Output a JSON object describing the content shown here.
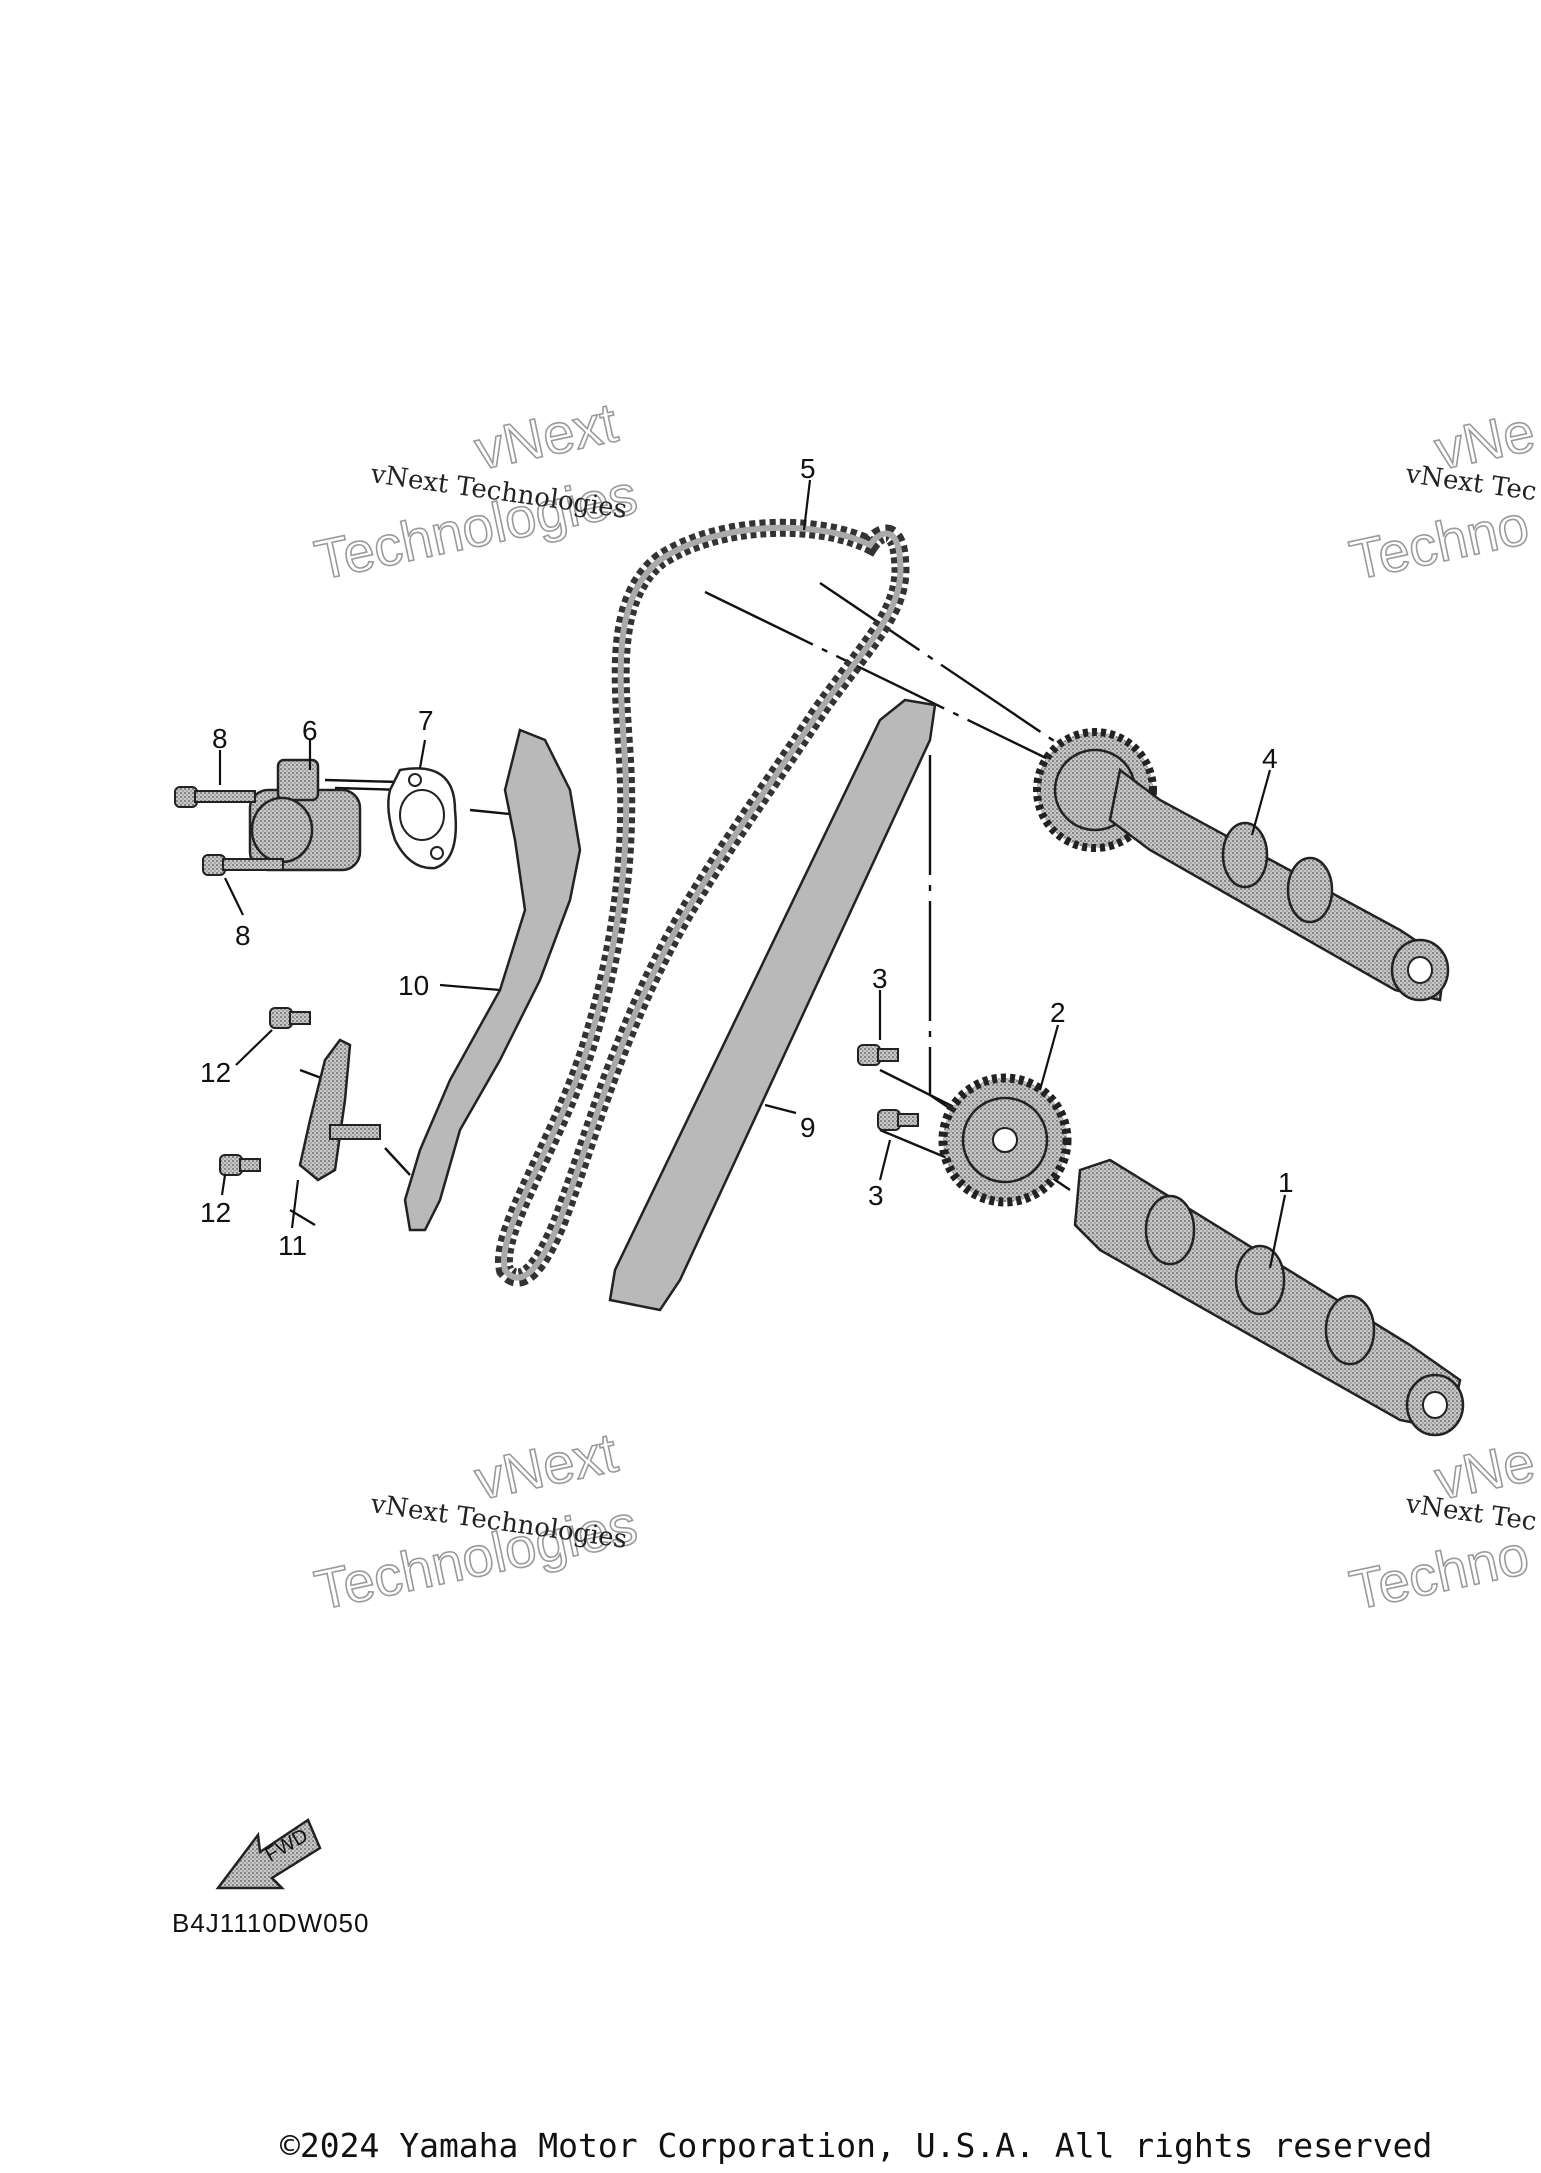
{
  "watermark": {
    "line1": "vNext Technologies",
    "line2a": "vNext",
    "line2b": "Technologies",
    "right_line1_partial": "vNext Tec",
    "right_line2a_partial": "vNe",
    "right_line2b_partial": "Techno"
  },
  "callouts": {
    "c1": "1",
    "c2": "2",
    "c3a": "3",
    "c3b": "3",
    "c4": "4",
    "c5": "5",
    "c6": "6",
    "c7": "7",
    "c8a": "8",
    "c8b": "8",
    "c9": "9",
    "c10": "10",
    "c11": "11",
    "c12a": "12",
    "c12b": "12"
  },
  "fwd_label": "FWD",
  "diagram_code": "B4J1110DW050",
  "copyright": "©2024 Yamaha Motor Corporation, U.S.A. All rights reserved"
}
